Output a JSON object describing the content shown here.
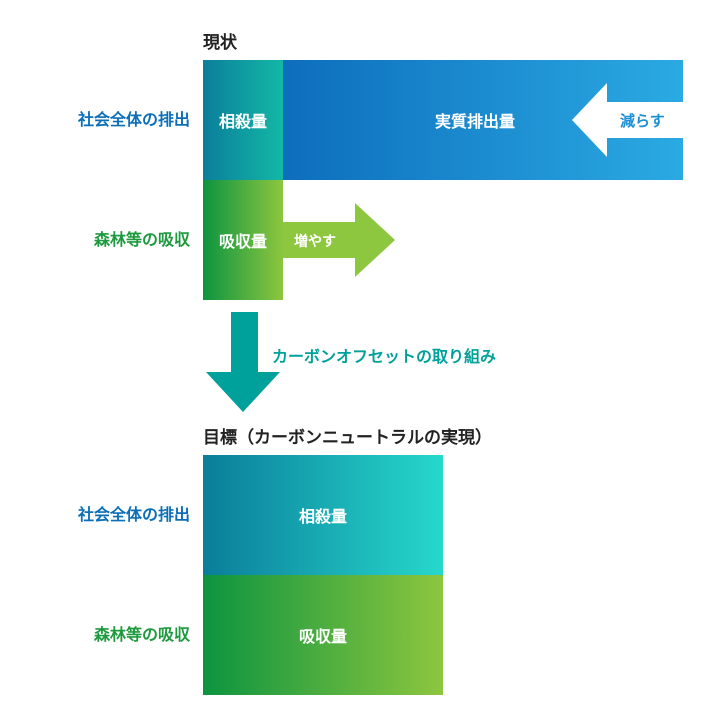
{
  "current": {
    "heading": "現状",
    "row_emission": "社会全体の排出",
    "row_absorption": "森林等の吸収",
    "offset_box": "相殺量",
    "net_box": "実質排出量",
    "reduce_arrow": "減らす",
    "absorb_box": "吸収量",
    "increase_arrow": "増やす"
  },
  "transition": {
    "label": "カーボンオフセットの取り組み"
  },
  "goal": {
    "heading": "目標（カーボンニュートラルの実現）",
    "row_emission": "社会全体の排出",
    "row_absorption": "森林等の吸収",
    "offset_box": "相殺量",
    "absorb_box": "吸収量"
  },
  "colors": {
    "blue_text": "#0b6fb8",
    "green_text": "#1e9a3e",
    "teal_arrow": "#00a19a"
  }
}
